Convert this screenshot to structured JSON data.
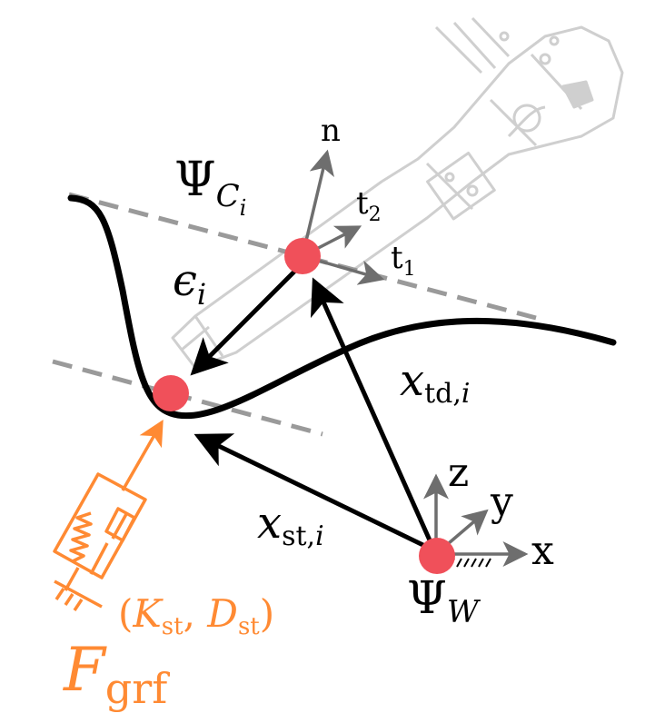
{
  "colors": {
    "ink": "#000000",
    "dash": "#9a9a9a",
    "frame": "#6e6e6e",
    "node": "#f0505a",
    "orange": "#ff8a33",
    "robot": "#cfcfcf"
  },
  "labels": {
    "psi_c": {
      "main": "Ψ",
      "sub": "C",
      "subsub": "i"
    },
    "n": "n",
    "t2": {
      "main": "t",
      "sub": "2"
    },
    "t1": {
      "main": "t",
      "sub": "1"
    },
    "eps": {
      "main": "ϵ",
      "sub": "i"
    },
    "x_td": {
      "main": "x",
      "sub": "td,",
      "subi": "i"
    },
    "x_st": {
      "main": "x",
      "sub": "st,",
      "subi": "i"
    },
    "z": "z",
    "y": "y",
    "x": "x",
    "psi_w": {
      "main": "Ψ",
      "sub": "W"
    },
    "k_st": {
      "open": "(",
      "k": "K",
      "ksub": "st",
      "comma": ", ",
      "d": "D",
      "dsub": "st",
      "close": ")"
    },
    "f_grf": {
      "main": "F",
      "sub": "grf"
    }
  }
}
